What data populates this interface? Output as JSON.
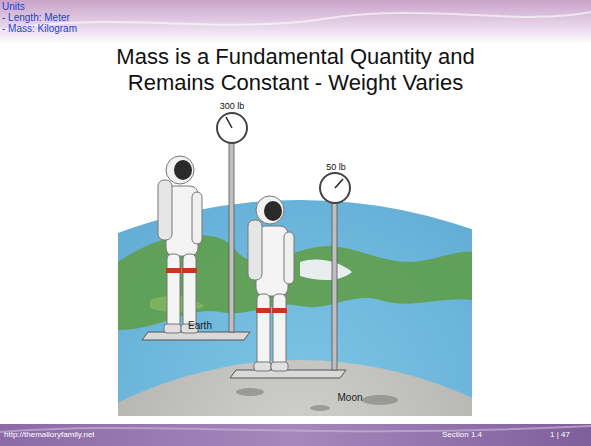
{
  "diagram": {
    "title": "Mass is a Fundamental Quantity and Remains Constant - Weight Varies",
    "labels": [
      "Units",
      "- Length: Meter",
      "- Mass: Kilogram",
      "300 lb",
      "50 lb",
      "Earth",
      "Moon",
      "http://themalloryfamily.net",
      "Section 1.4",
      "1 | 47"
    ]
  }
}
